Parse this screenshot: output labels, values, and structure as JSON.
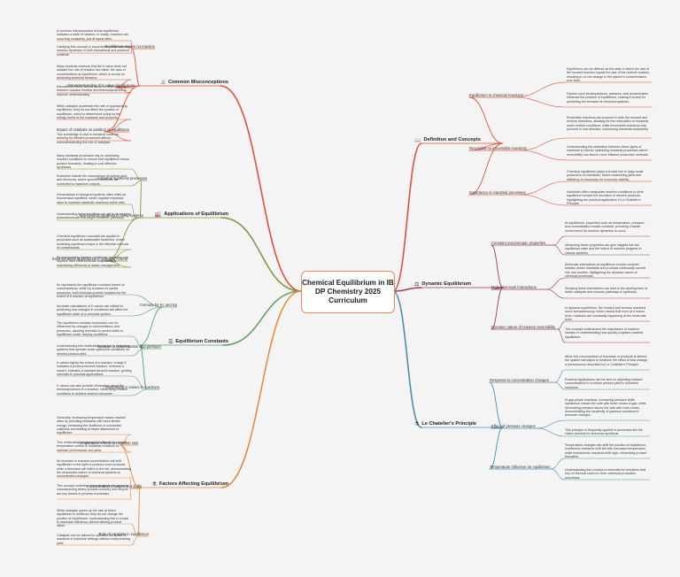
{
  "central": {
    "title": "Chemical Equilibrium in IB DP Chemistry 2025 Curriculum"
  },
  "colors": {
    "misconceptions": "#e3503a",
    "applications": "#7d9b3c",
    "constants": "#5ea36b",
    "factors": "#e98a3c",
    "definition": "#e3503a",
    "dynamic": "#a0395b",
    "lechatelier": "#4a8fb0",
    "center": "#f0855a"
  },
  "branches": {
    "misconceptions": {
      "label": "Common Misconceptions",
      "icon": "warning-icon",
      "glyph": "⚠",
      "subs": [
        {
          "label": "Equilibrium means no reaction",
          "notes": [
            "A common misconception is that equilibrium indicates a state of inaction; in reality, reactions are occurring constantly, just at equal rates.",
            "Clarifying this concept is important for understanding reaction dynamics in both educational and practical contexts."
          ]
        },
        {
          "label": "Misunderstanding of K value significance",
          "notes": [
            "Many students overlook that the K value does not indicate the rate of reaction but rather the ratio of concentrations at equilibrium, which is crucial for predicting chemical behavior.",
            "Educational efforts should focus on differentiating between reaction kinetics and thermodynamics to improve understanding."
          ]
        },
        {
          "label": "Impact of catalysts on position of equilibrium",
          "notes": [
            "While catalysts accelerate the rate of approaching equilibrium, they do not affect the position of equilibrium, which is determined solely by the energy levels of the reactants and products.",
            "This knowledge is vital in industrial contexts, allowing for efficient processes without misunderstanding the role of catalysts."
          ]
        }
      ]
    },
    "applications": {
      "label": "Applications of Equilibrium",
      "icon": "factory-icon",
      "glyph": "🏭",
      "subs": [
        {
          "label": "Industrial synthesis processes",
          "notes": [
            "Many industrial processes rely on optimizing reaction conditions to ensure that equilibrium favors product formation, leading to cost-effective syntheses.",
            "Examples include the manufacture of sulfuric acid and ammonia, where specific conditions are controlled to maximize outputs."
          ]
        },
        {
          "label": "Biochemical equilibria in living systems",
          "notes": [
            "Homeostasis in biological systems often relies on biochemical equilibria, which regulate important rates to maintain metabolic reactions within cells.",
            "Understanding these equilibria can aid in developing pharmaceuticals that target metabolic pathways."
          ]
        },
        {
          "label": "Environmental applications in pollution control",
          "notes": [
            "Chemical equilibrium concepts are applied in processes such as wastewater treatment, where achieving equilibrium helps in the effective removal of contaminants.",
            "By manipulating reaction conditions, industries can improve their environmental footprint while maintaining efficiency in waste management."
          ]
        }
      ]
    },
    "constants": {
      "label": "Equilibrium Constants",
      "icon": "equals-icon",
      "glyph": "☰",
      "subs": [
        {
          "label": "Formula for Kc and Kp",
          "notes": [
            "Kc represents the equilibrium constant based on concentrations, while Kp is based on partial pressures; both formulas provide insights into the extent of a reaction at equilibrium.",
            "Accurate calculations of K values are critical for predicting how changes in conditions will affect the equilibrium state of a chemical system."
          ]
        },
        {
          "label": "Relation to concentration and pressure",
          "notes": [
            "The equilibrium constant expression can be influenced by changes in concentrations and pressures, allowing chemists to predict shifts in equilibrium under varying conditions.",
            "Understanding this relationship can aid in designing systems that operate under optimized conditions for desired product yield."
          ]
        },
        {
          "label": "Interpreting K values in reactions",
          "notes": [
            "K values signify the extent of a reaction: a large K indicates a product-favored reaction, whereas a small K indicates a reactant-favored reaction, guiding chemists in practical applications.",
            "K values can also provide information about the thermodynamics of a reaction, influencing reaction conditions to achieve desired outcomes."
          ]
        }
      ]
    },
    "factors": {
      "label": "Factors Affecting Equilibrium",
      "icon": "flask-icon",
      "glyph": "⚗",
      "subs": [
        {
          "label": "Temperature effects on reaction rate",
          "notes": [
            "Generally, increasing temperature raises reaction rates by providing reactants with more kinetic energy, enhancing the likelihood of successful collisions and leading to faster attainment of equilibrium.",
            "This relationship emphasizes the need for precise temperature control in industrial reactions to optimize performance and yield."
          ]
        },
        {
          "label": "Concentration changes and shifts",
          "notes": [
            "An increase in reactant concentration will shift equilibrium to the right to produce more products, while a decrease will shift it to the left, demonstrating the responsive nature of chemical systems to concentration changes.",
            "This concept underlies many strategies in chemical manufacturing where product recovery and recycle are key factors in process economics."
          ]
        },
        {
          "label": "Role of catalysts in equilibrium",
          "notes": [
            "While catalysts speed up the rate at which equilibrium is achieved, they do not change the position of equilibrium; understanding this is crucial to maximize efficiency without altering product ratios.",
            "Catalysts can be tailored to optimize the speed of reactions in industrial settings without compromising yield."
          ]
        }
      ]
    },
    "definition": {
      "label": "Definition and Concepts",
      "icon": "book-icon",
      "glyph": "📖",
      "subs": [
        {
          "label": "Equilibrium in chemical reactions",
          "notes": [
            "Equilibrium can be defined as the state in which the rate of the forward reaction equals the rate of the reverse reaction, resulting in no net change in the system's concentrations over time.",
            "Factors such as temperature, pressure, and concentration influence the position of equilibrium, making it crucial for predicting the behavior of chemical systems."
          ]
        },
        {
          "label": "Reversible vs irreversible reactions",
          "notes": [
            "Reversible reactions can proceed in both the forward and reverse directions, allowing for the restoration of reactants under certain conditions, while irreversible reactions only proceed in one direction, consuming reactants completely.",
            "Understanding the distinction between these types of reactions is vital for optimizing industrial processes where reversibility can lead to more efficient production methods."
          ]
        },
        {
          "label": "Importance in industrial processes",
          "notes": [
            "Chemical equilibrium plays a crucial role in large-scale production of chemicals, where maximizing yield and efficiency is necessary for economic viability.",
            "Industries often manipulate reaction conditions to drive equilibrium toward the formation of desired products, highlighting the practical application of Le Chatelier's Principle."
          ]
        }
      ]
    },
    "dynamic": {
      "label": "Dynamic Equilibrium",
      "icon": "scale-icon",
      "glyph": "⚖",
      "subs": [
        {
          "label": "Constant macroscopic properties",
          "notes": [
            "At equilibrium, properties such as temperature, pressure, and concentration remain constant, providing a stable environment for reaction dynamics to occur.",
            "Measuring these properties can give insights into the equilibrium state and the extent of reaction progress in various systems."
          ]
        },
        {
          "label": "Molecular-level interactions",
          "notes": [
            "Molecular interactions at equilibrium involve complex kinetics where reactants and products continually convert into one another, highlighting the dynamic nature of chemical processes.",
            "Studying these interactions can lead to the development of better catalysts and reaction pathways in synthesis."
          ]
        },
        {
          "label": "Dynamic nature of reaction reversibility",
          "notes": [
            "In dynamic equilibrium, the forward and reverse reactions occur simultaneously, which means that even at a macro level, reactions are constantly happening at the molecular level.",
            "This concept underscores the importance of reaction kinetics in understanding how quickly a system reaches equilibrium."
          ]
        }
      ]
    },
    "lechatelier": {
      "label": "Le Chatelier's Principle",
      "icon": "flask-icon",
      "glyph": "⚗",
      "subs": [
        {
          "label": "Response to concentration changes",
          "notes": [
            "When the concentration of reactants or products is altered, the system will adjust to minimize the effect of that change, a phenomenon described by Le Chatelier's Principle.",
            "Practical applications can be seen in adjusting reactant concentrations to increase product yield in industrial reactions."
          ]
        },
        {
          "label": "Effect of pressure changes",
          "notes": [
            "In gas-phase reactions, increasing pressure shifts equilibrium toward the side with fewer moles of gas, while decreasing pressure favors the side with more moles, demonstrating the sensitivity of gaseous reactions to pressure changes.",
            "This principle is frequently applied in processes like the Haber process for ammonia synthesis."
          ]
        },
        {
          "label": "Temperature influence on equilibrium",
          "notes": [
            "Temperature changes can shift the position of equilibrium; exothermic reactions shift left with increased temperature, while endothermic reactions shift right, influencing product formation.",
            "Understanding this concept is essential for industries that rely on thermal control in their chemical production processes."
          ]
        }
      ]
    }
  }
}
